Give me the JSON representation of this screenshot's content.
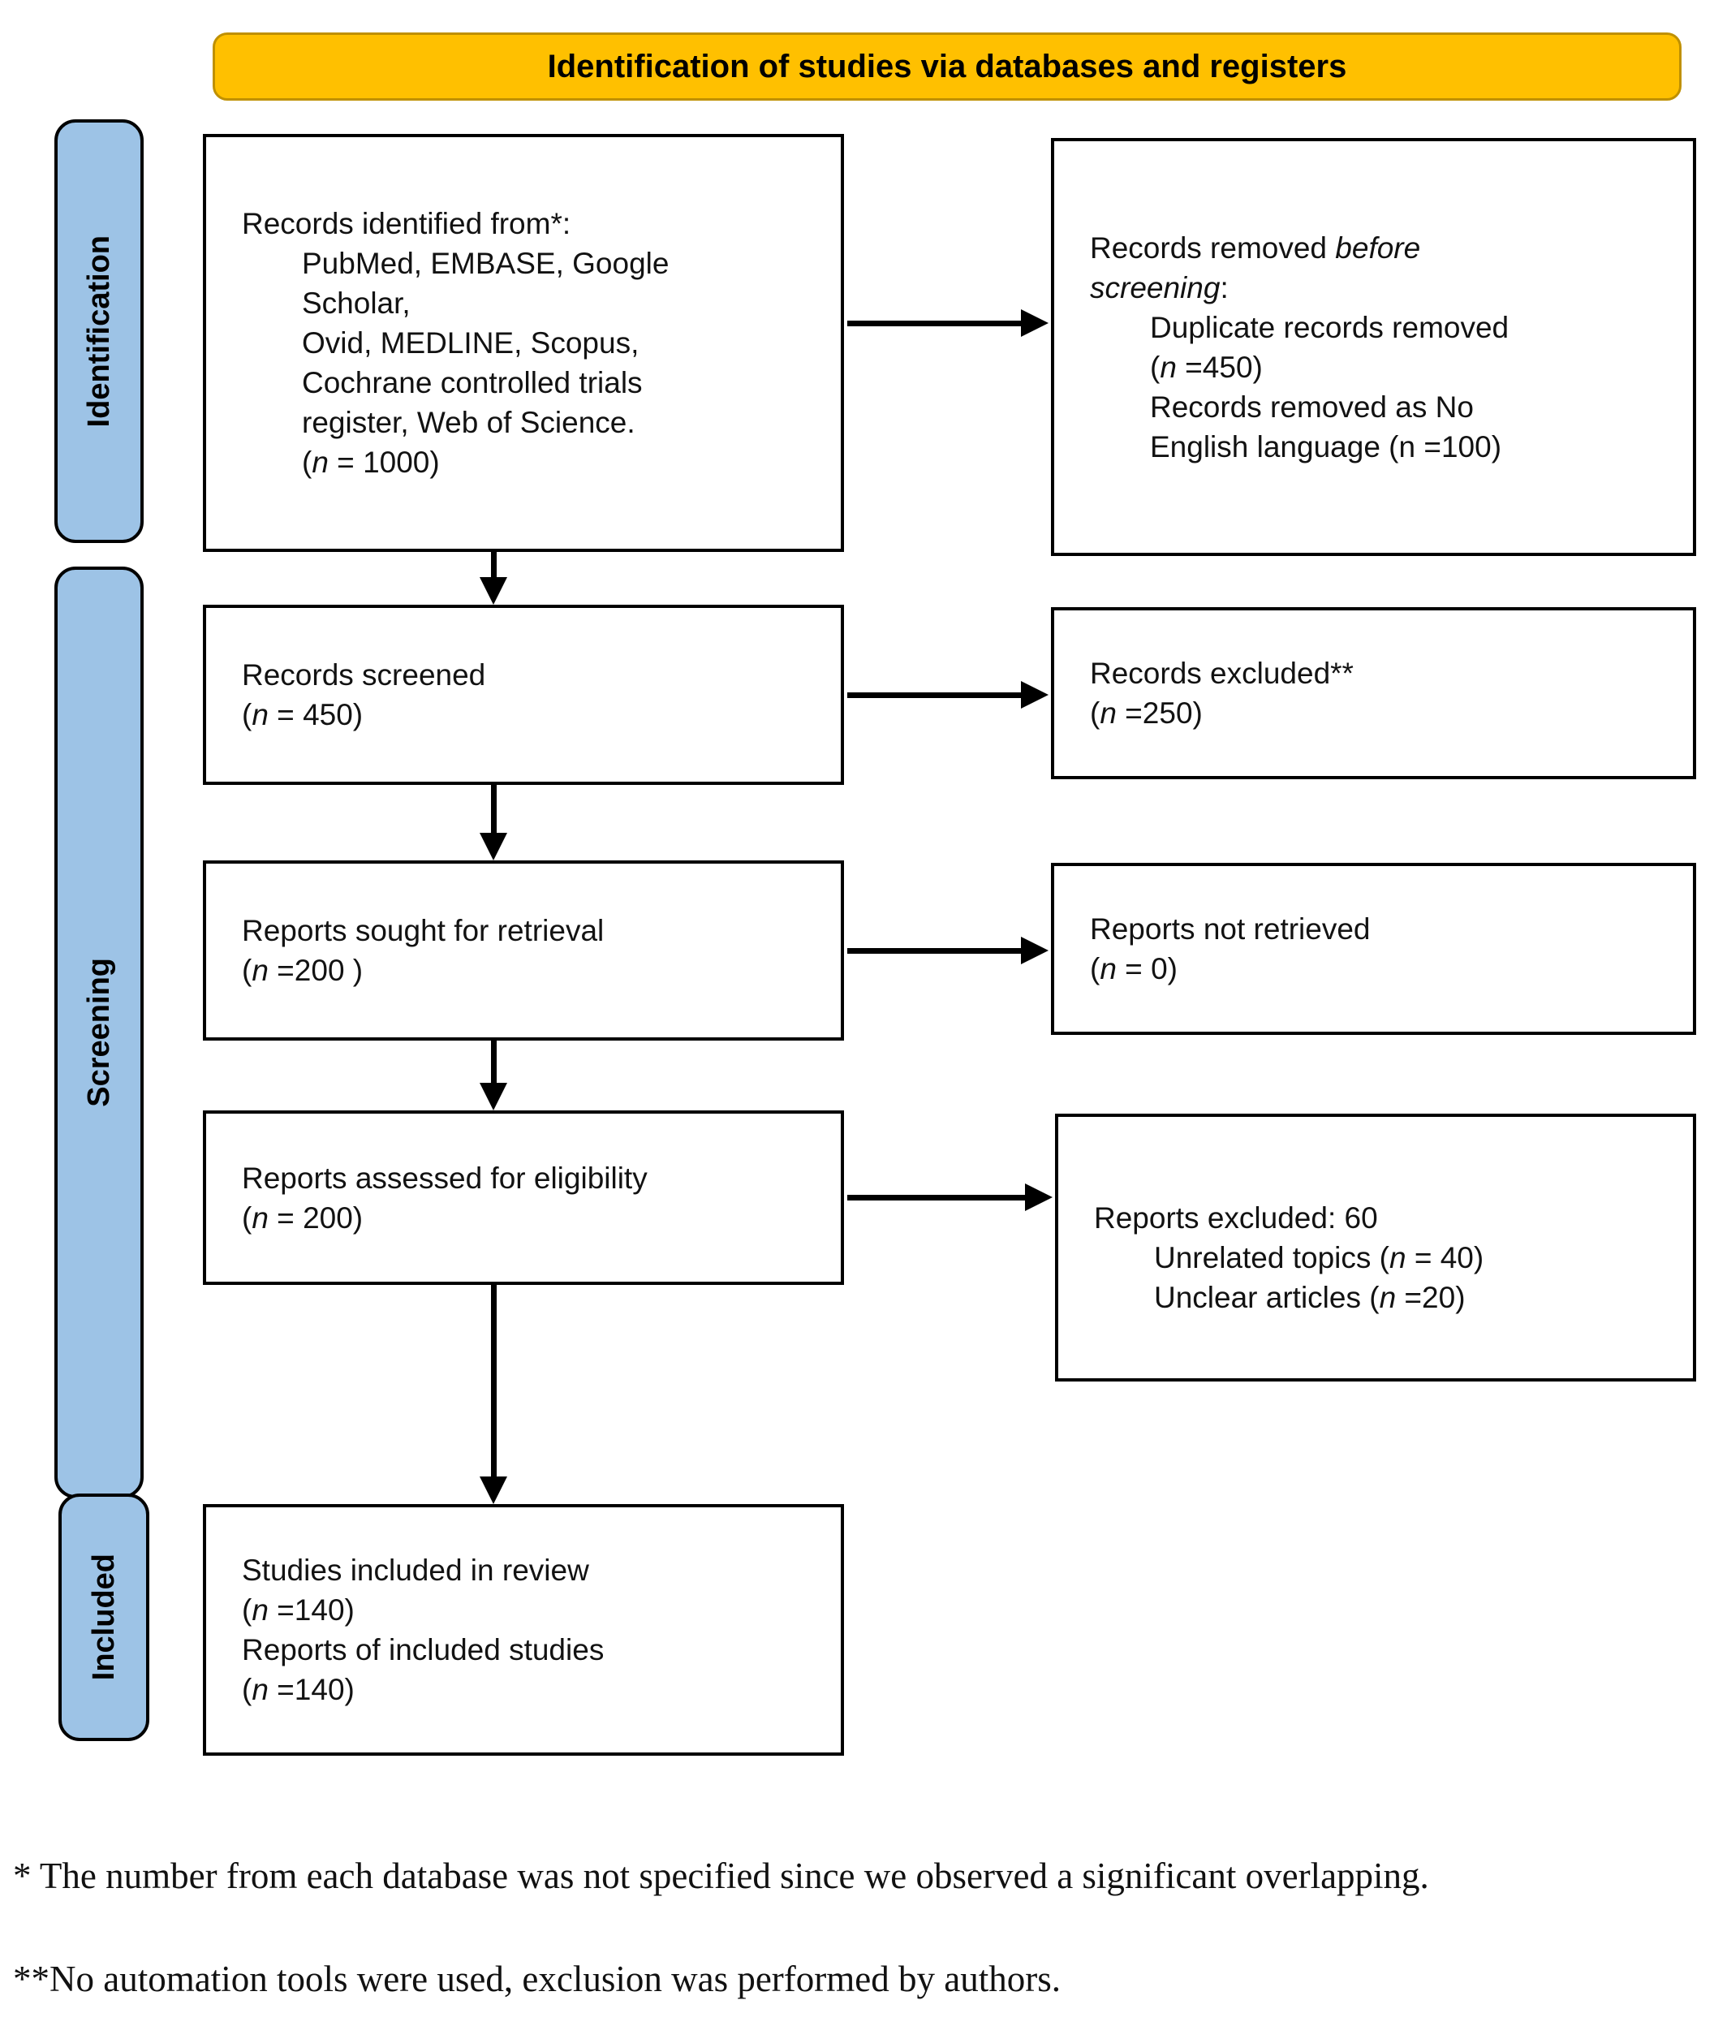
{
  "banner": {
    "title": "Identification of studies via databases and registers"
  },
  "stages": [
    {
      "label": "Identification"
    },
    {
      "label": "Screening"
    },
    {
      "label": "Included"
    }
  ],
  "boxes": {
    "records_identified": {
      "lines": [
        {
          "html": "Records identified from*:"
        },
        {
          "html": "PubMed, EMBASE, Google",
          "indent": true
        },
        {
          "html": "Scholar,",
          "indent": true
        },
        {
          "html": "Ovid, MEDLINE, Scopus,",
          "indent": true
        },
        {
          "html": "Cochrane controlled trials",
          "indent": true
        },
        {
          "html": "register, Web of Science.",
          "indent": true
        },
        {
          "html": "(<i>n</i> = 1000)",
          "indent": true
        }
      ]
    },
    "records_removed": {
      "lines": [
        {
          "html": "Records removed <i>before</i>"
        },
        {
          "html": "<i>screening</i>:"
        },
        {
          "html": "Duplicate records removed",
          "indent": true
        },
        {
          "html": "(<i>n</i> =450)",
          "indent": true
        },
        {
          "html": "Records removed as No",
          "indent": true
        },
        {
          "html": "English language (n =100)",
          "indent": true
        }
      ]
    },
    "records_screened": {
      "lines": [
        {
          "html": "Records screened"
        },
        {
          "html": "(<i>n</i> = 450)"
        }
      ]
    },
    "records_excluded": {
      "lines": [
        {
          "html": "Records excluded**"
        },
        {
          "html": "(<i>n</i> =250)"
        }
      ]
    },
    "reports_sought": {
      "lines": [
        {
          "html": "Reports sought for retrieval"
        },
        {
          "html": "(<i>n</i> =200 )"
        }
      ]
    },
    "reports_not_retrieved": {
      "lines": [
        {
          "html": "Reports not retrieved"
        },
        {
          "html": "(<i>n</i> = 0)"
        }
      ]
    },
    "reports_assessed": {
      "lines": [
        {
          "html": "Reports assessed for eligibility"
        },
        {
          "html": "(<i>n</i> = 200)"
        }
      ]
    },
    "reports_excluded": {
      "lines": [
        {
          "html": "Reports excluded: 60"
        },
        {
          "html": "Unrelated topics (<i>n</i> = 40)",
          "indent": true
        },
        {
          "html": "Unclear articles (<i>n</i> =20)",
          "indent": true
        }
      ]
    },
    "studies_included": {
      "lines": [
        {
          "html": "Studies included in review"
        },
        {
          "html": "(<i>n</i> =140)"
        },
        {
          "html": "Reports of included studies"
        },
        {
          "html": "(<i>n</i> =140)"
        }
      ]
    }
  },
  "footnotes": [
    "* The number from each database was not specified since we observed a significant overlapping.",
    "**No automation tools were used, exclusion was performed by authors."
  ],
  "colors": {
    "banner_bg": "#FFC000",
    "banner_border": "#BF9000",
    "stage_bg": "#9DC3E6",
    "box_border": "#000000",
    "arrow": "#000000"
  }
}
